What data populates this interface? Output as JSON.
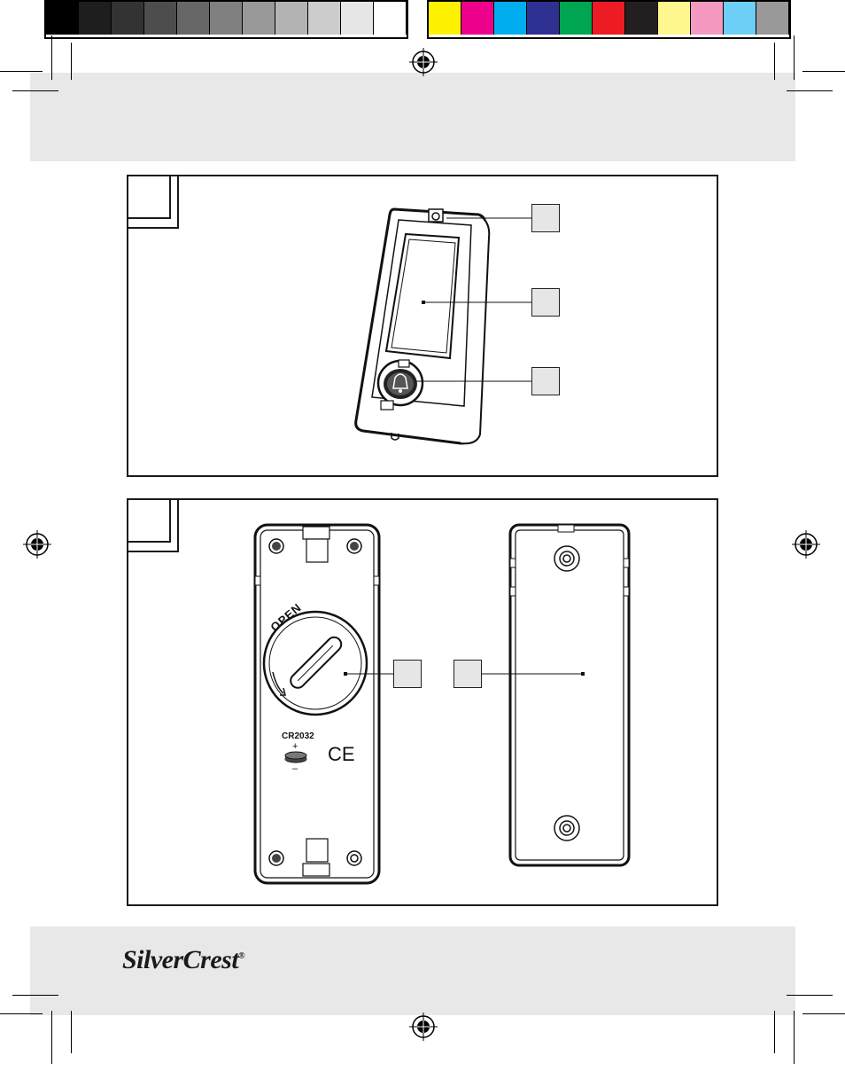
{
  "color_bar": {
    "grays": [
      "#000000",
      "#1e1e1e",
      "#333333",
      "#4d4d4d",
      "#676767",
      "#808080",
      "#999999",
      "#b3b3b3",
      "#cccccc",
      "#e6e6e6",
      "#ffffff"
    ],
    "colors": [
      "#fff200",
      "#ec008c",
      "#00aeef",
      "#2e3192",
      "#00a651",
      "#ed1c24",
      "#231f20",
      "#fff68f",
      "#f49ac1",
      "#6dcff6",
      "#999999"
    ]
  },
  "figure1": {
    "callouts": [
      "",
      "",
      ""
    ],
    "parts": [
      "doorbell-front-view",
      "name-plate",
      "bell-button",
      "screw-hole"
    ]
  },
  "figure2": {
    "callouts": [
      "",
      ""
    ],
    "battery_cover": {
      "open_label": "OPEN",
      "battery_type": "CR2032",
      "plus": "+",
      "minus": "–",
      "ce_mark": "CE"
    }
  },
  "footer": {
    "brand": "SilverCrest",
    "brand_registered": "®"
  }
}
